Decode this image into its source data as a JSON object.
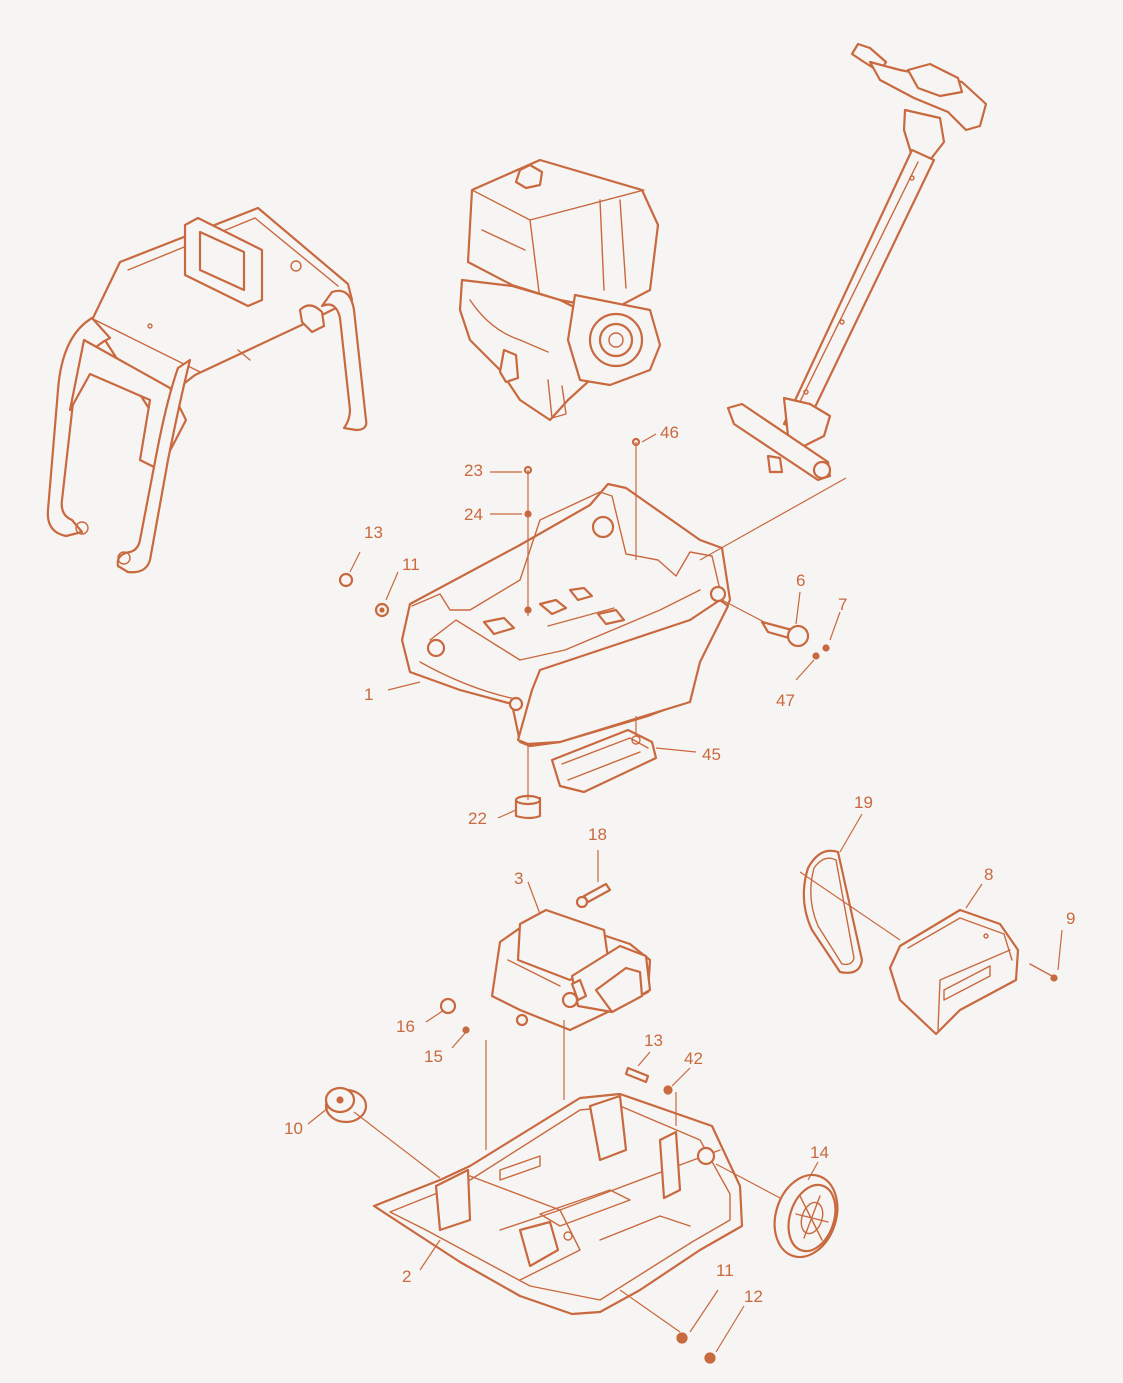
{
  "diagram": {
    "ink_color": "#c8693f",
    "background_color": "#f7f5f3",
    "callouts": [
      {
        "id": "c1",
        "label": "1"
      },
      {
        "id": "c2",
        "label": "2"
      },
      {
        "id": "c3",
        "label": "3"
      },
      {
        "id": "c6",
        "label": "6"
      },
      {
        "id": "c7",
        "label": "7"
      },
      {
        "id": "c8",
        "label": "8"
      },
      {
        "id": "c9",
        "label": "9"
      },
      {
        "id": "c10",
        "label": "10"
      },
      {
        "id": "c11a",
        "label": "11"
      },
      {
        "id": "c11b",
        "label": "11"
      },
      {
        "id": "c12",
        "label": "12"
      },
      {
        "id": "c13a",
        "label": "13"
      },
      {
        "id": "c13b",
        "label": "13"
      },
      {
        "id": "c14",
        "label": "14"
      },
      {
        "id": "c15",
        "label": "15"
      },
      {
        "id": "c16",
        "label": "16"
      },
      {
        "id": "c18",
        "label": "18"
      },
      {
        "id": "c19",
        "label": "19"
      },
      {
        "id": "c22",
        "label": "22"
      },
      {
        "id": "c23",
        "label": "23"
      },
      {
        "id": "c24",
        "label": "24"
      },
      {
        "id": "c42",
        "label": "42"
      },
      {
        "id": "c45",
        "label": "45"
      },
      {
        "id": "c46",
        "label": "46"
      },
      {
        "id": "c47",
        "label": "47"
      }
    ]
  }
}
